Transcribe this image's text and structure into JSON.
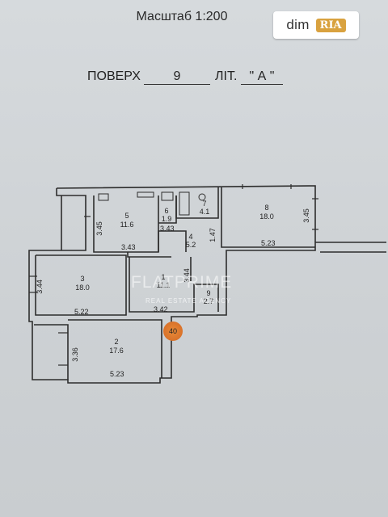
{
  "header": {
    "scale": "Масштаб 1:200",
    "floor_label": "ПОВЕРХ",
    "floor_value": "9",
    "lit_label": "ЛІТ.",
    "lit_value": "\" А \""
  },
  "logo": {
    "dim": "dim",
    "ria": "RIA"
  },
  "rooms": [
    {
      "num": "5",
      "area": "11.6"
    },
    {
      "num": "6",
      "area": "1.9"
    },
    {
      "num": "7",
      "area": "4.1"
    },
    {
      "num": "8",
      "area": "18.0"
    },
    {
      "num": "3",
      "area": "18.0"
    },
    {
      "num": "1",
      "area": "11.1"
    },
    {
      "num": "9",
      "area": "2.7"
    },
    {
      "num": "2",
      "area": "17.6"
    },
    {
      "num": "4",
      "area": "5.2"
    }
  ],
  "dimensions": {
    "r5_w": "3.43",
    "r5_h": "3.45",
    "r6_w": "3.43",
    "r4_h": "1.47",
    "r8_w": "5.23",
    "r8_h": "3.45",
    "r1_h": "3.44",
    "r3_h": "3.44",
    "r3_w": "5.22",
    "r1_w": "3.42",
    "r2_h": "3.36",
    "r2_w": "5.23"
  },
  "watermark": {
    "brand": "FLATPRIME",
    "sub": "REAL ESTATE AGENCY"
  },
  "stamp": "40"
}
